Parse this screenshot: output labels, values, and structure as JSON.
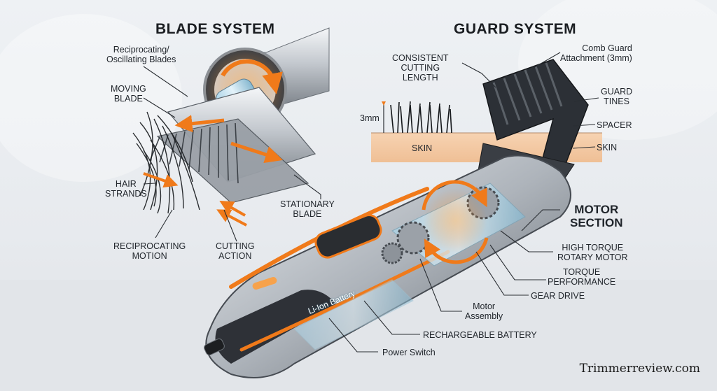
{
  "blade_system": {
    "title": "BLADE SYSTEM",
    "labels": {
      "reciprocating_blades": "Reciprocating/\nOscillating Blades",
      "moving_blade": "MOVING\nBLADE",
      "hair_strands": "HAIR\nSTRANDS",
      "stationary_blade": "STATIONARY\nBLADE",
      "reciprocating_motion": "RECIPROCATING\nMOTION",
      "cutting_action": "CUTTING\nACTION"
    }
  },
  "guard_system": {
    "title": "GUARD SYSTEM",
    "labels": {
      "consistent_cutting_length": "CONSISTENT\nCUTTING\nLENGTH",
      "comb_guard": "Comb Guard\nAttachment (3mm)",
      "guard_tines": "GUARD\nTINES",
      "spacer": "SPACER",
      "skin_left": "SKIN",
      "skin_right": "SKIN",
      "length_3mm": "3mm"
    }
  },
  "motor_section": {
    "title": "MOTOR\nSECTION",
    "labels": {
      "high_torque_motor": "HIGH TORQUE\nROTARY MOTOR",
      "torque_performance": "TORQUE\nPERFORMANCE",
      "gear_drive": "GEAR DRIVE",
      "motor_assembly": "Motor\nAssembly",
      "rechargeable_battery": "RECHARGEABLE BATTERY",
      "power_switch": "Power Switch",
      "battery_text": "Li-Ion Battery"
    }
  },
  "watermark": "Trimmerreview.com",
  "colors": {
    "accent_orange": "#f07a1a",
    "chrome": "#c9ced4",
    "dark_body": "#2e3137",
    "skin": "#f4c9a3"
  }
}
